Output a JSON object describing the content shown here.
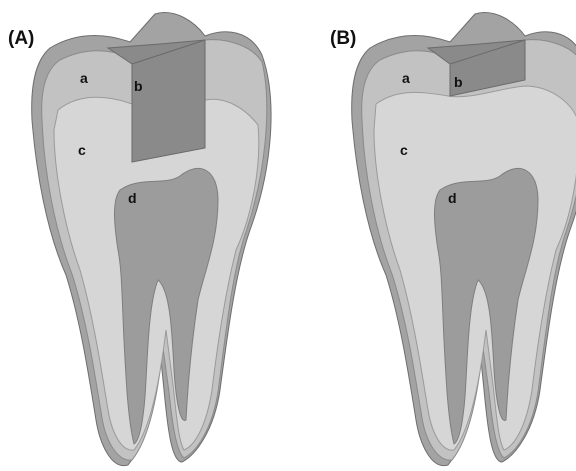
{
  "figure": {
    "panels": [
      {
        "label": "(A)",
        "parts": {
          "a": "a",
          "b": "b",
          "c": "c",
          "d": "d"
        }
      },
      {
        "label": "(B)",
        "parts": {
          "a": "a",
          "b": "b",
          "c": "c",
          "d": "d"
        }
      }
    ]
  },
  "colors": {
    "enamel_outer": "#9a9a9a",
    "enamel_cut": "#c2c2c2",
    "dentin_cut": "#d6d6d6",
    "restoration": "#8a8a8a",
    "pulp": "#9c9c9c",
    "edge": "#6e6e6e"
  }
}
